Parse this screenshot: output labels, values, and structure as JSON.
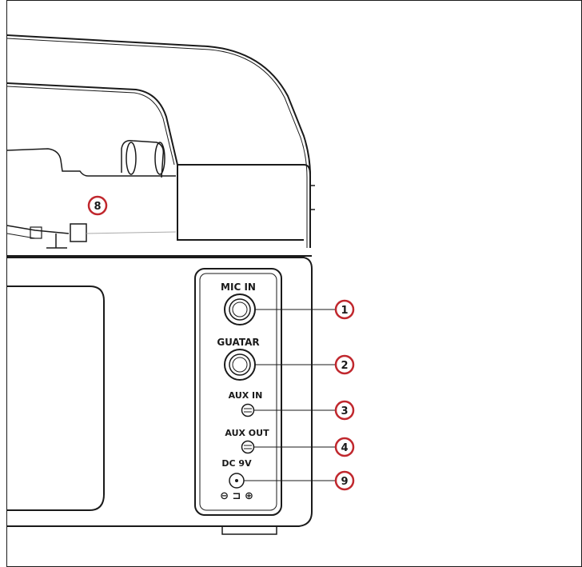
{
  "panel_labels": {
    "mic_in": "MIC IN",
    "guitar": "GUATAR",
    "aux_in": "AUX IN",
    "aux_out": "AUX OUT",
    "dc": "DC 9V",
    "polarity": "⊖ ⊐ ⊕"
  },
  "callouts": {
    "c1": "1",
    "c2": "2",
    "c3": "3",
    "c4": "4",
    "c9": "9",
    "c8": "8"
  },
  "colors": {
    "outline": "#1a1a1a",
    "callout_ring": "#c0272d",
    "background": "#ffffff"
  }
}
